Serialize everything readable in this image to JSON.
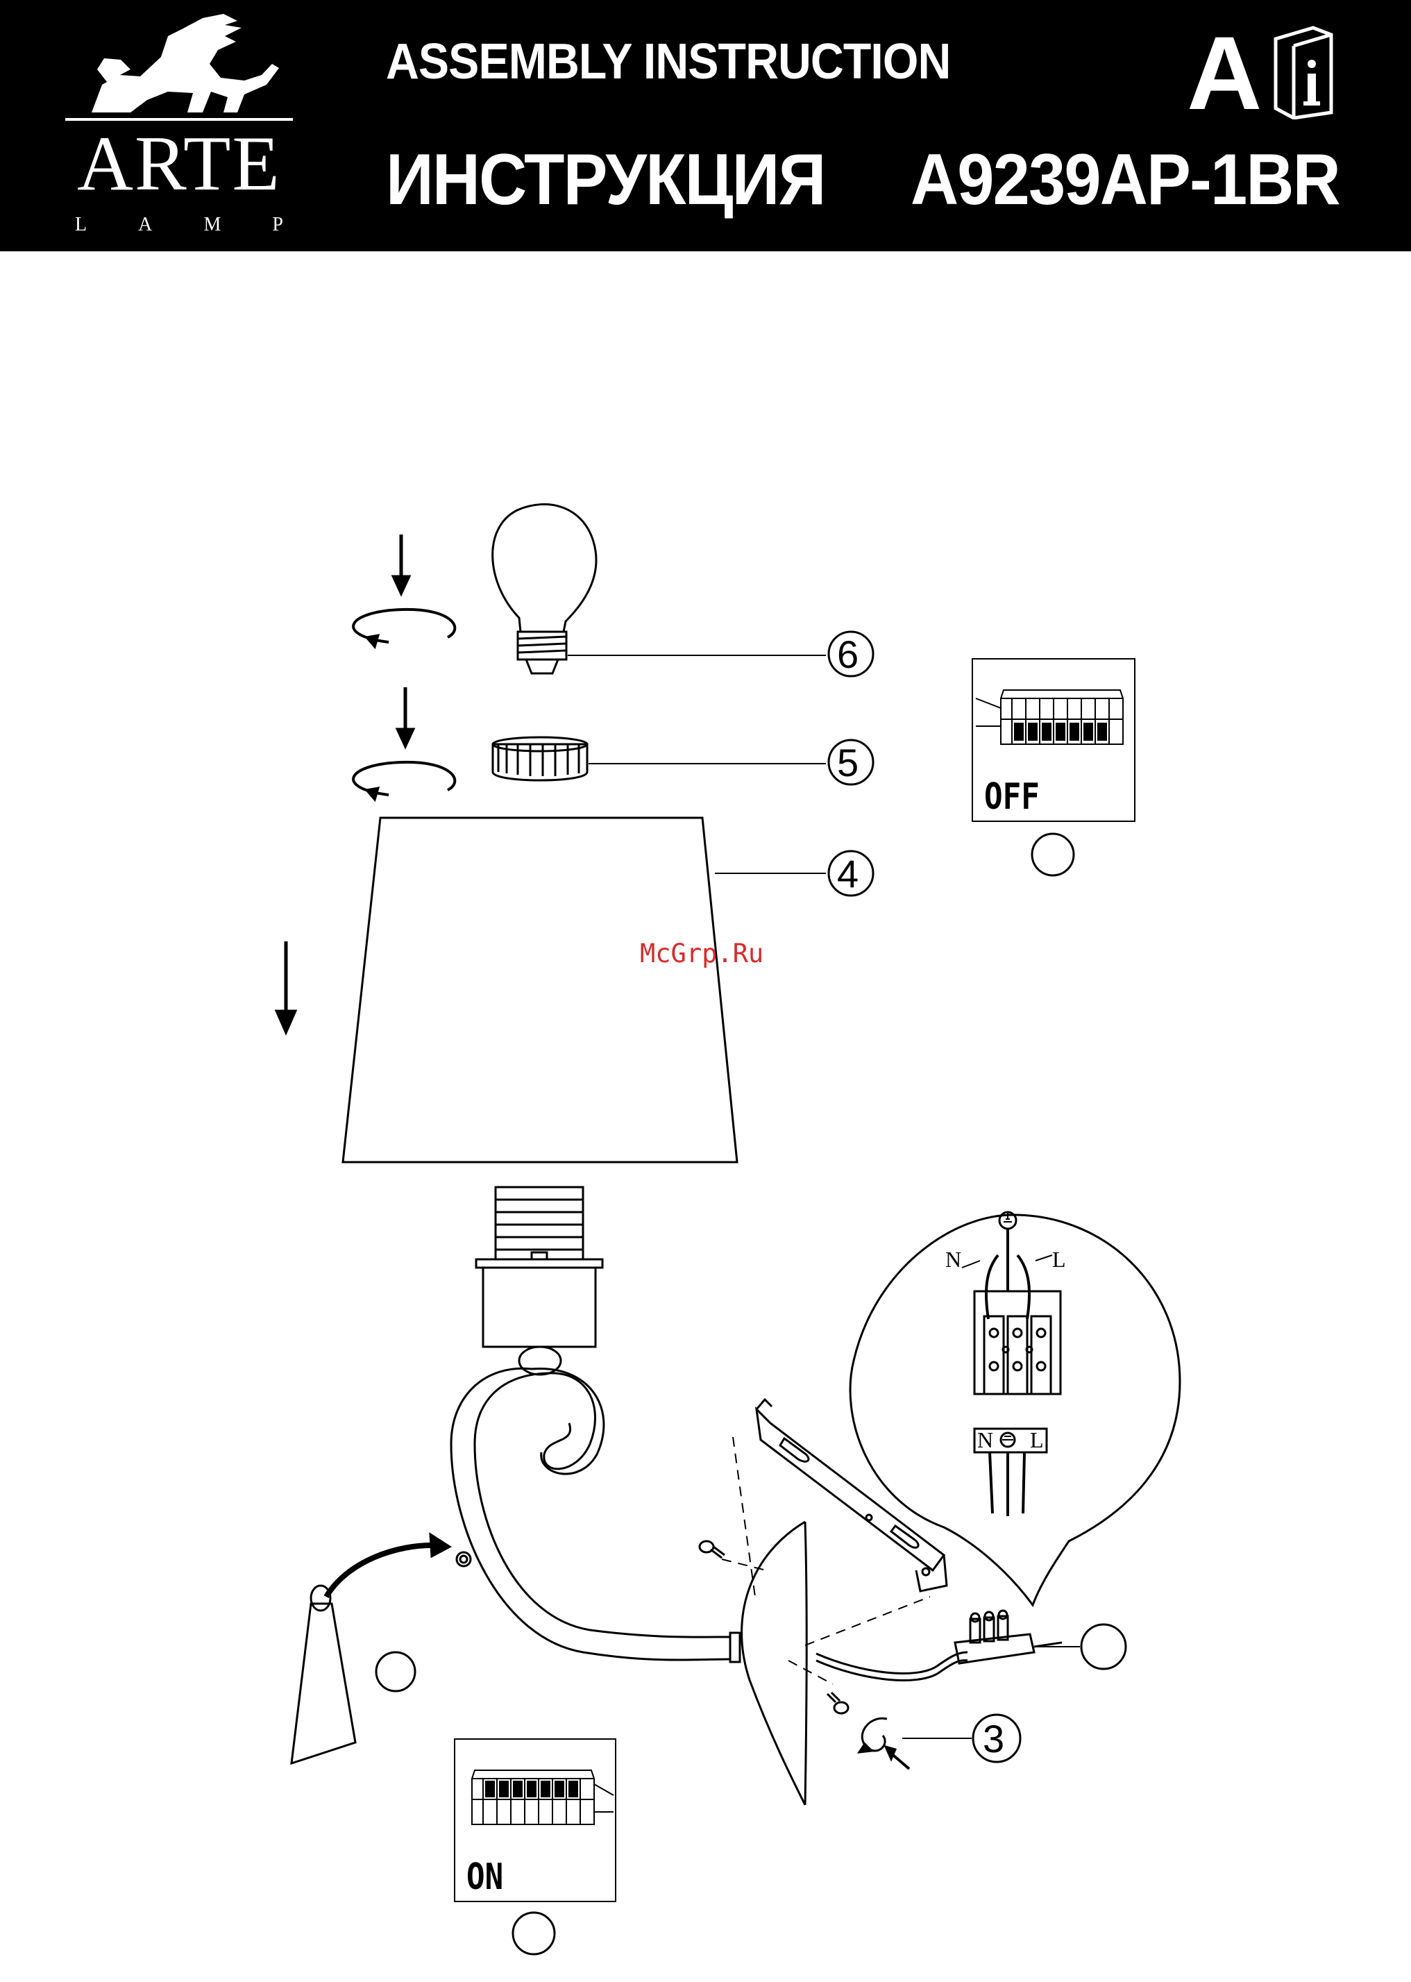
{
  "header": {
    "logo": {
      "word": "ARTE",
      "sub": [
        "L",
        "A",
        "M",
        "P"
      ]
    },
    "title_en": "ASSEMBLY INSTRUCTION",
    "title_ru": "ИНСТРУКЦИЯ",
    "model": "A9239AP-1BR",
    "version_letter": "A",
    "info_icon": "manual-info-icon"
  },
  "callouts": {
    "bulb": "6",
    "ring": "5",
    "shade": "4",
    "screw": "3"
  },
  "wiring": {
    "neutral": "N",
    "live": "L",
    "terminal_block_label_n": "N",
    "terminal_block_label_l": "L"
  },
  "switch_off": {
    "label": "OFF"
  },
  "switch_on": {
    "label": "ON"
  },
  "watermark": "McGrp.Ru",
  "colors": {
    "header_bg": "#000000",
    "line": "#000000",
    "watermark": "#d62b2b"
  }
}
